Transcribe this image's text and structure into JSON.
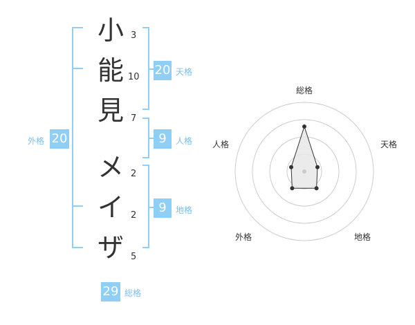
{
  "name_chars": [
    {
      "char": "小",
      "strokes": "3"
    },
    {
      "char": "能",
      "strokes": "10"
    },
    {
      "char": "見",
      "strokes": "7"
    },
    {
      "char": "メ",
      "strokes": "2"
    },
    {
      "char": "イ",
      "strokes": "2"
    },
    {
      "char": "ザ",
      "strokes": "5"
    }
  ],
  "fortunes": {
    "tenkaku": {
      "value": "20",
      "label": "天格"
    },
    "jinkaku": {
      "value": "9",
      "label": "人格"
    },
    "chikaku": {
      "value": "9",
      "label": "地格"
    },
    "gaikaku": {
      "value": "20",
      "label": "外格"
    },
    "soukaku": {
      "value": "29",
      "label": "総格"
    }
  },
  "radar": {
    "axes": [
      "総格",
      "天格",
      "地格",
      "外格",
      "人格"
    ],
    "values": [
      0.65,
      0.2,
      0.3,
      0.3,
      0.2
    ],
    "rings": 4,
    "color": "#333333",
    "fill": "#e6e6e6"
  },
  "colors": {
    "accent": "#8fcff5"
  }
}
